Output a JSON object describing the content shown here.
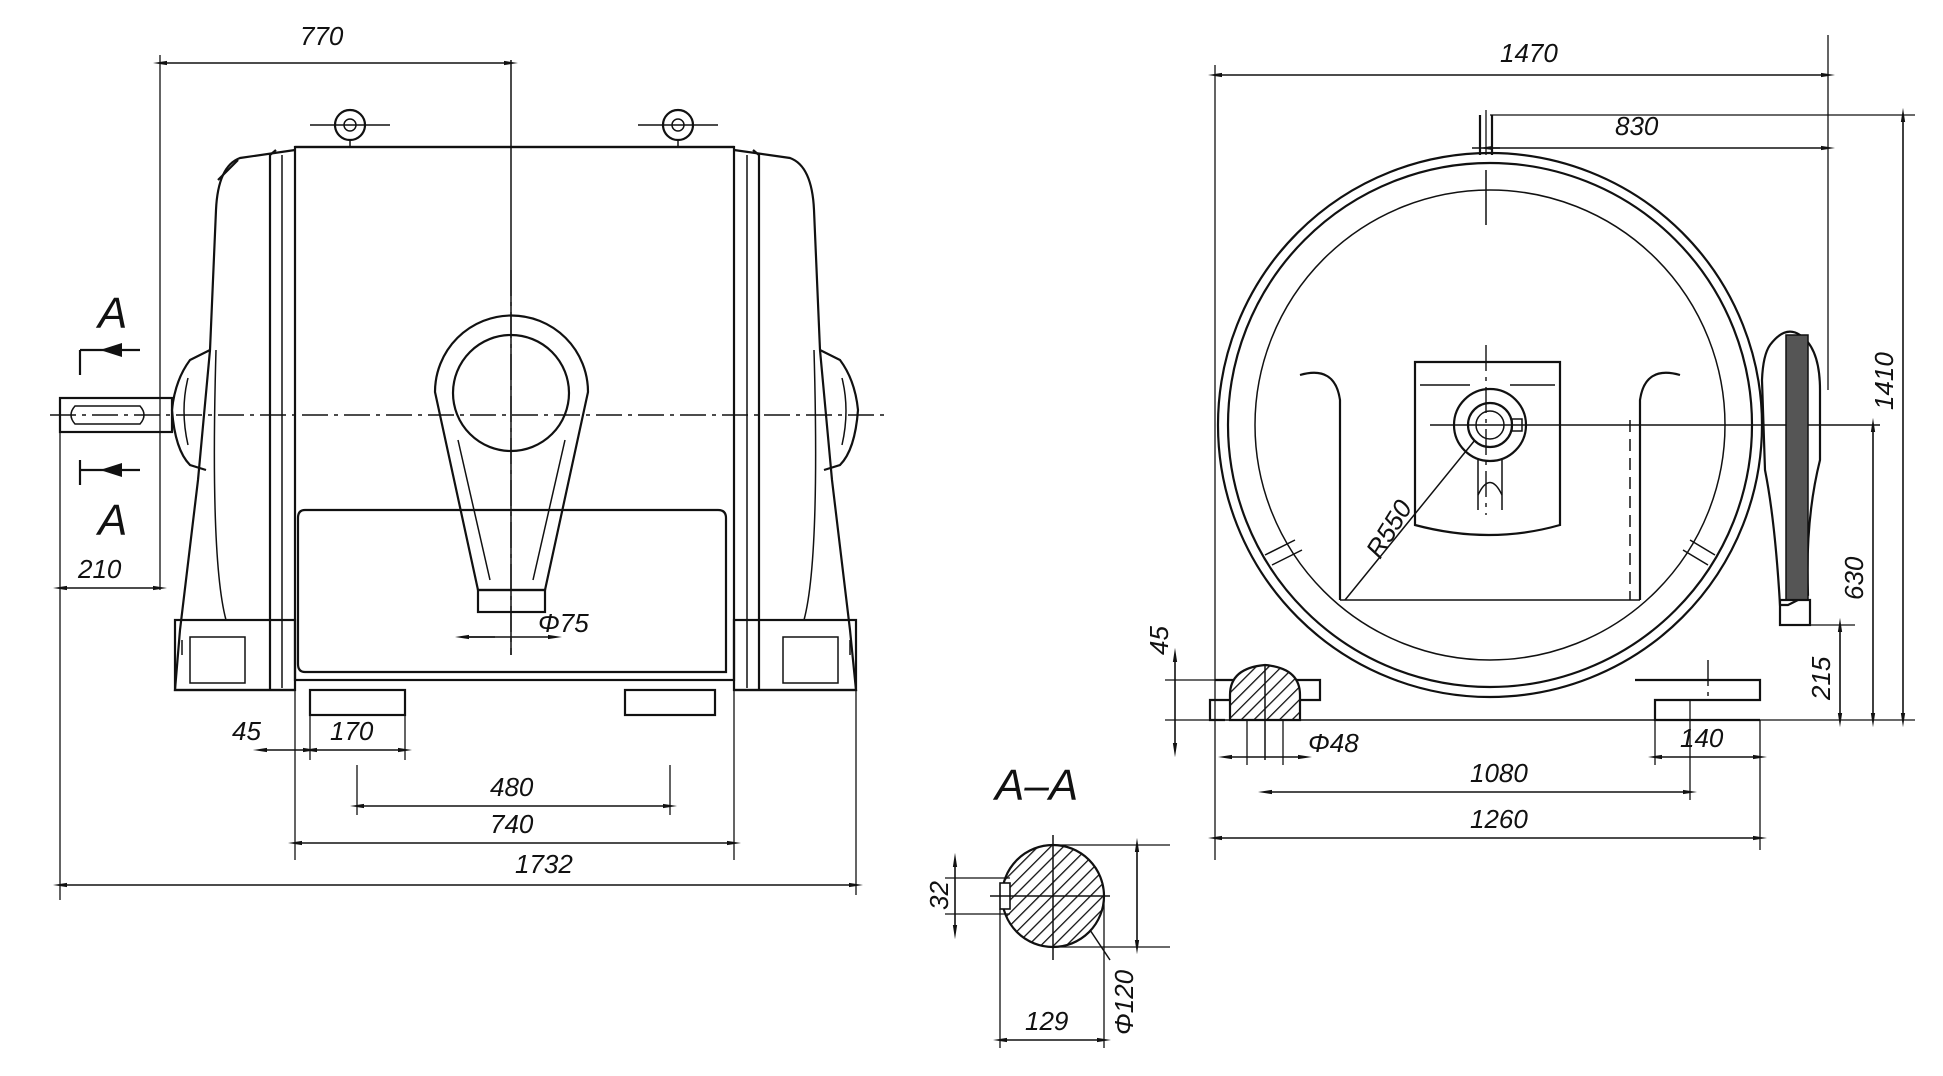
{
  "side_view": {
    "dims": {
      "d770": "770",
      "d210": "210",
      "d45": "45",
      "d170": "170",
      "d480": "480",
      "d740": "740",
      "d1732": "1732",
      "phi75": "Φ75"
    },
    "section_mark_top": "A",
    "section_mark_bottom": "A"
  },
  "end_view": {
    "dims": {
      "d1470": "1470",
      "d830": "830",
      "d1410": "1410",
      "d630": "630",
      "d215": "215",
      "d45": "45",
      "phi48": "Φ48",
      "d140": "140",
      "d1080": "1080",
      "d1260": "1260",
      "r550": "R550"
    }
  },
  "section_aa": {
    "title": "A–A",
    "dims": {
      "d32": "32",
      "d129": "129",
      "phi120": "Φ120"
    }
  }
}
